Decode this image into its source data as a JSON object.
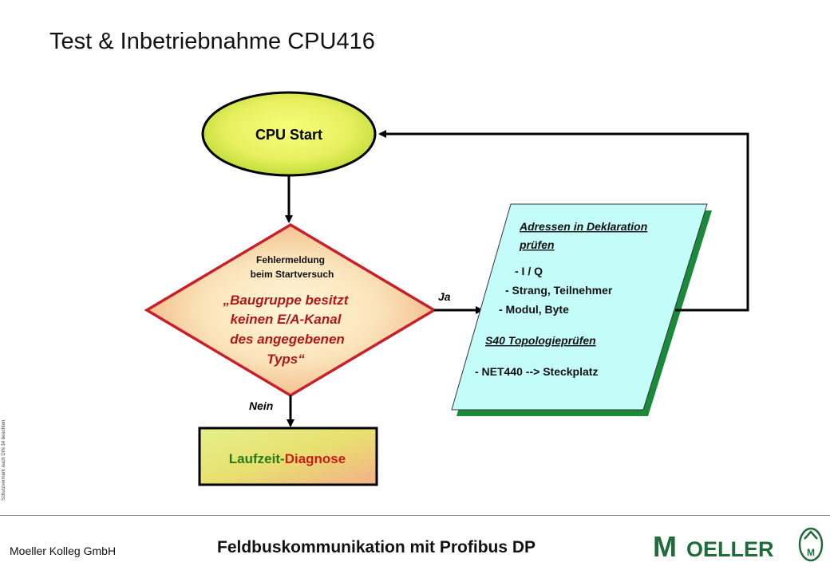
{
  "slide": {
    "title": "Test & Inbetriebnahme CPU416",
    "side_note": "Schutzvermerk nach DIN 34 beachten"
  },
  "diagram": {
    "start_node": {
      "label": "CPU Start"
    },
    "decision": {
      "header_line1": "Fehlermeldung",
      "header_line2": "beim Startversuch",
      "message_line1": "„Baugruppe besitzt",
      "message_line2": "keinen  E/A-Kanal",
      "message_line3": "des angegebenen",
      "message_line4": "Typs“"
    },
    "yes_label": "Ja",
    "no_label": "Nein",
    "runtime_box": {
      "part1": "Laufzeit",
      "part2": "-",
      "part3": "Diagnose"
    },
    "check_box": {
      "heading_line1": "Adressen in Deklaration",
      "heading_line2": "prüfen",
      "item1": "- I / Q",
      "item2": "- Strang, Teilnehmer",
      "item3": "- Modul, Byte",
      "topology_heading": "S40 Topologieprüfen",
      "item4": "- NET440 --> Steckplatz"
    }
  },
  "footer": {
    "company": "Moeller Kolleg GmbH",
    "course": "Feldbuskommunikation mit Profibus DP",
    "logo_text": "MOELLER"
  },
  "colors": {
    "oval_fill": "#e8f060",
    "diamond_border": "#c8202a",
    "parallelogram_fill": "#c4fcfa",
    "parallelogram_shadow": "#1a8a3a",
    "runtime_label": "#2a7a1a",
    "diagnose_label": "#cc1a1a",
    "logo_green": "#1f6b3a"
  }
}
